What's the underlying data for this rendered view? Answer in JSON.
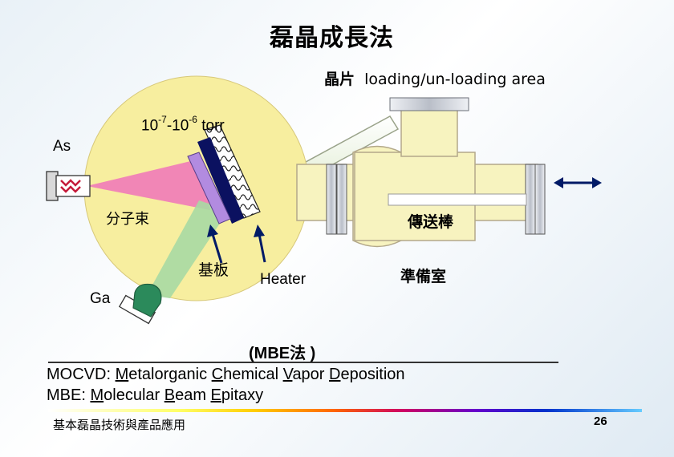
{
  "slide": {
    "title": "磊晶成長法",
    "loading_area_prefix": "晶片",
    "loading_area_text": "loading/un-loading area",
    "pressure": {
      "base": "10",
      "exp1": "-7",
      "sep": "-10",
      "exp2": "-6",
      "unit": "torr"
    },
    "labels": {
      "as": "As",
      "ga": "Ga",
      "molecular_beam": "分子束",
      "transfer_rod": "傳送棒",
      "substrate": "基板",
      "heater": "Heater",
      "prep_chamber": "準備室"
    },
    "mbe_label": "(MBE法 )",
    "definitions": {
      "mocvd": {
        "prefix": "MOCVD: ",
        "parts": [
          "M",
          "etalorganic ",
          "C",
          "hemical ",
          "V",
          "apor ",
          "D",
          "eposition"
        ]
      },
      "mbe": {
        "prefix": "MBE: ",
        "parts": [
          "M",
          "olecular ",
          "B",
          "eam ",
          "E",
          "pitaxy"
        ]
      }
    },
    "footer": "基本磊晶技術與產品應用",
    "page_number": "26"
  },
  "colors": {
    "chamber_fill": "#f7ee9f",
    "arsenic_beam": "#f07ab8",
    "gallium_beam": "#a7d9a3",
    "substrate": "#b28be0",
    "holder": "#0b1160",
    "arrow": "#001a66",
    "tube_fill": "#f7f3bf",
    "tube_stroke": "#b3a88a",
    "flange": "#c4c8d0",
    "cell_green": "#2b8a5b"
  }
}
